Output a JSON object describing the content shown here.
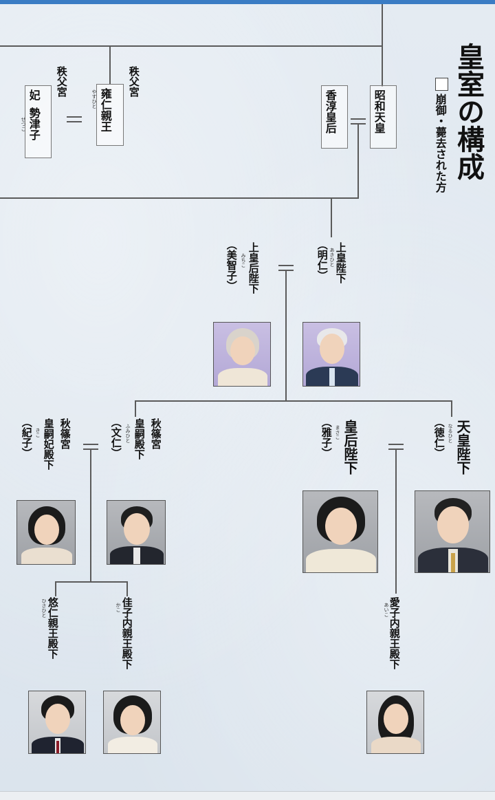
{
  "header": {
    "title": "皇室の構成",
    "legend_text": "崩御・薨去された方"
  },
  "deceased": {
    "showa": "昭和天皇",
    "kojun": "香淳皇后",
    "chichibu_prince": "雍仁親王",
    "chichibu_prince_title": "秩父宮",
    "chichibu_prince_ruby": "やすひと",
    "chichibu_consort_title": "秩父宮",
    "chichibu_consort_pre": "妃",
    "chichibu_consort_name": "勢津子",
    "chichibu_consort_ruby": "せつこ"
  },
  "emeritus": {
    "emperor_title": "上皇陛下",
    "emperor_name": "（明仁）",
    "emperor_ruby": "あきひと",
    "empress_title": "上皇后陛下",
    "empress_name": "（美智子）",
    "empress_ruby": "みちこ"
  },
  "reigning": {
    "emperor_title": "天皇陛下",
    "emperor_name": "（徳仁）",
    "emperor_ruby": "なるひと",
    "empress_title": "皇后陛下",
    "empress_name": "（雅子）",
    "empress_ruby": "まさこ",
    "daughter_title": "愛子内親王殿下",
    "daughter_ruby": "あいこ"
  },
  "akishino": {
    "prince_house": "秋篠宮",
    "prince_title": "皇嗣殿下",
    "prince_name": "（文仁）",
    "prince_ruby": "ふみひと",
    "princess_house": "秋篠宮",
    "princess_title": "皇嗣妃殿下",
    "princess_name": "（紀子）",
    "princess_ruby": "きこ",
    "kako_title": "佳子内親王殿下",
    "kako_ruby": "かこ",
    "hisahito_title": "悠仁親王殿下",
    "hisahito_ruby": "ひさひと"
  }
}
